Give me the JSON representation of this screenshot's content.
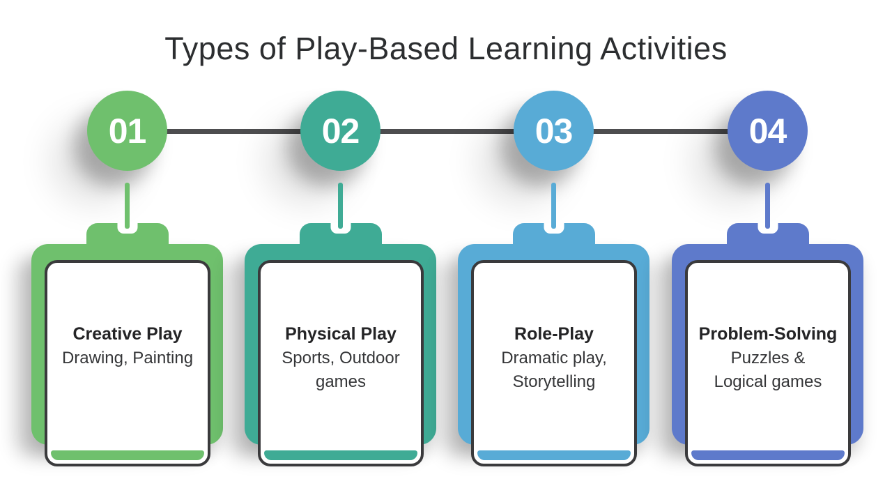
{
  "title": "Types of Play-Based Learning Activities",
  "colors": {
    "background": "#ffffff",
    "timeline_line": "#4d4d4f",
    "paper_border": "#3a3a3c",
    "title_text": "#2c2e30",
    "card_title_text": "#242426",
    "card_body_text": "#353638",
    "number_text": "#ffffff"
  },
  "steps": [
    {
      "number": "01",
      "accent": "#6fc06d",
      "title": "Creative Play",
      "lines": [
        "Drawing, Painting"
      ]
    },
    {
      "number": "02",
      "accent": "#3fab95",
      "title": "Physical Play",
      "lines": [
        "Sports, Outdoor",
        "games"
      ]
    },
    {
      "number": "03",
      "accent": "#58abd6",
      "title": "Role-Play",
      "lines": [
        "Dramatic play,",
        "Storytelling"
      ]
    },
    {
      "number": "04",
      "accent": "#5e7acb",
      "title": "Problem-Solving",
      "lines": [
        "Puzzles &",
        "Logical games"
      ]
    }
  ]
}
